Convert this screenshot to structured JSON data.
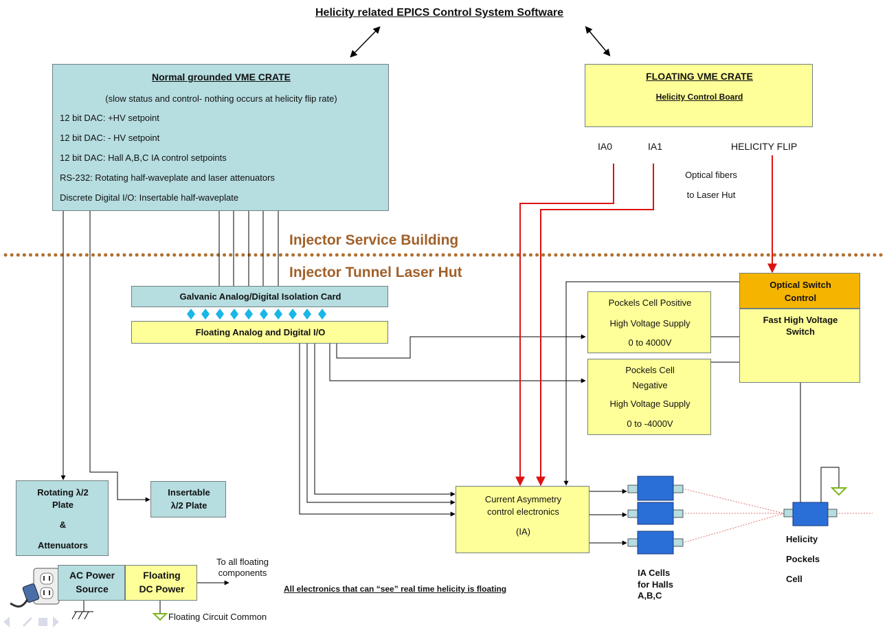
{
  "title": "Helicity related EPICS Control System Software",
  "normal_crate": {
    "title": "Normal grounded VME CRATE",
    "subtitle": "(slow status and control- nothing occurs at helicity flip rate)",
    "lines": [
      "12 bit DAC:  +HV  setpoint",
      "12 bit DAC:  - HV  setpoint",
      "12 bit DAC:  Hall  A,B,C  IA control setpoints",
      "RS-232:  Rotating half-waveplate  and laser attenuators",
      "Discrete Digital I/O:  Insertable half-waveplate"
    ]
  },
  "floating_crate": {
    "title": "FLOATING VME CRATE",
    "subtitle": "Helicity Control Board",
    "outputs": [
      "IA0",
      "IA1",
      "HELICITY  FLIP"
    ]
  },
  "fiber_note": [
    "Optical fibers",
    "to Laser Hut"
  ],
  "zones": {
    "upper": "Injector  Service Building",
    "lower": "Injector  Tunnel Laser Hut"
  },
  "isolation_card": "Galvanic Analog/Digital Isolation Card",
  "floating_io": "Floating Analog and Digital I/O",
  "hv_positive": [
    "Pockels Cell Positive",
    "High Voltage Supply",
    "0 to 4000V"
  ],
  "hv_negative": [
    "Pockels Cell",
    "Negative",
    "High Voltage Supply",
    "0 to -4000V"
  ],
  "optical_switch": [
    "Optical Switch",
    "Control"
  ],
  "fast_switch": [
    "Fast High Voltage",
    "Switch"
  ],
  "rotating_plate": [
    "Rotating λ/2",
    "Plate",
    "&",
    "Attenuators"
  ],
  "insertable_plate": [
    "Insertable",
    "λ/2 Plate"
  ],
  "ia_electronics": [
    "Current Asymmetry",
    "control electronics",
    "(IA)"
  ],
  "ia_cells": [
    "IA Cells",
    "for Halls",
    "A,B,C"
  ],
  "helicity_cell": [
    "Helicity",
    "Pockels",
    "Cell"
  ],
  "ac_power": [
    "AC Power",
    "Source"
  ],
  "dc_power": [
    "Floating",
    "DC Power"
  ],
  "floating_note": [
    "To all floating",
    "components"
  ],
  "floating_common": "Floating Circuit Common",
  "footer": "All electronics that can “see” real time helicity is floating",
  "colors": {
    "teal": "#b6dde0",
    "yellow": "#ffff99",
    "orange": "#f5b400",
    "red_wire": "#dd1111",
    "brown_text": "#a0602a",
    "cell_blue": "#2a6ed8"
  }
}
